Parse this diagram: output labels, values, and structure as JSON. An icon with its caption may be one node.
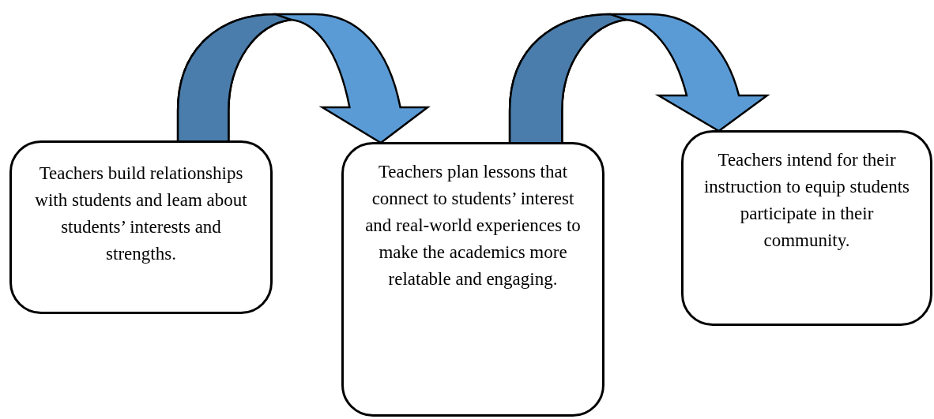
{
  "diagram": {
    "nodes": [
      {
        "text": [
          "Teachers build relationships with students and leam about students’ interests and strengths."
        ]
      },
      {
        "text": [
          "Teachers plan lessons that connect to students’ interest and real-world experiences to make the academics more relatable and engaging."
        ]
      },
      {
        "text": [
          "Teachers intend for their instruction to equip students participate in their community."
        ]
      }
    ],
    "edges": [
      {
        "from": 0,
        "to": 1,
        "arrow": "to"
      },
      {
        "from": 1,
        "to": 2,
        "arrow": "to"
      }
    ]
  }
}
